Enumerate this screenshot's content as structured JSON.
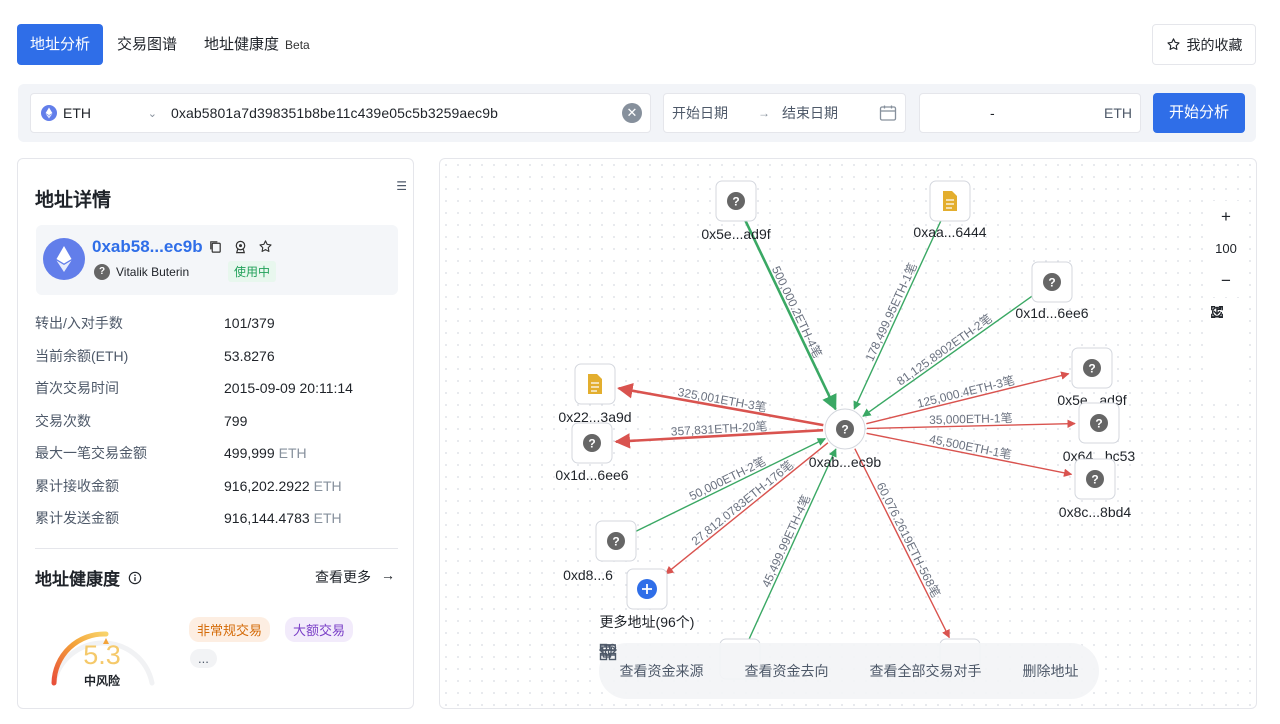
{
  "tabs": [
    {
      "label": "地址分析"
    },
    {
      "label": "交易图谱"
    },
    {
      "label": "地址健康度",
      "badge": "Beta"
    }
  ],
  "favorites_label": "我的收藏",
  "search": {
    "chain": "ETH",
    "address": "0xab5801a7d398351b8be11c439e05c5b3259aec9b",
    "start_date_placeholder": "开始日期",
    "end_date_placeholder": "结束日期",
    "amount_separator": "-",
    "amount_unit": "ETH",
    "submit_label": "开始分析"
  },
  "detail": {
    "title": "地址详情",
    "address_short": "0xab58...ec9b",
    "owner": "Vitalik Buterin",
    "status": "使用中",
    "stats": [
      {
        "label": "转出/入对手数",
        "value": "101/379",
        "unit": ""
      },
      {
        "label": "当前余额(ETH)",
        "value": "53.8276",
        "unit": ""
      },
      {
        "label": "首次交易时间",
        "value": "2015-09-09 20:11:14",
        "unit": ""
      },
      {
        "label": "交易次数",
        "value": "799",
        "unit": ""
      },
      {
        "label": "最大一笔交易金额",
        "value": "499,999",
        "unit": "ETH"
      },
      {
        "label": "累计接收金额",
        "value": "916,202.2922",
        "unit": "ETH"
      },
      {
        "label": "累计发送金额",
        "value": "916,144.4783",
        "unit": "ETH"
      }
    ]
  },
  "health": {
    "title": "地址健康度",
    "see_more": "查看更多",
    "score": "5.3",
    "score_value": 5.3,
    "risk_level": "中风险",
    "tags": [
      "非常规交易",
      "大额交易",
      "..."
    ]
  },
  "graph": {
    "zoom": "100",
    "center": "0xab...ec9b",
    "nodes": [
      {
        "label": "0x5e...ad9f",
        "icon": "question-icon"
      },
      {
        "label": "0xaa...6444",
        "icon": "document-icon"
      },
      {
        "label": "0x1d...6ee6",
        "icon": "question-icon"
      },
      {
        "label": "0x5e...ad9f",
        "icon": "question-icon"
      },
      {
        "label": "0x64...bc53",
        "icon": "question-icon"
      },
      {
        "label": "0x8c...8bd4",
        "icon": "question-icon"
      },
      {
        "label": "0x22...3a9d",
        "icon": "document-icon"
      },
      {
        "label": "0x1d...6ee6",
        "icon": "question-icon"
      },
      {
        "label": "0xd8...6",
        "icon": "question-icon"
      },
      {
        "label": "更多地址(96个)",
        "icon": "plus-icon"
      }
    ],
    "edges": [
      "500,000.2ETH-4笔",
      "178,499.95ETH-1笔",
      "81,125.8902ETH-2笔",
      "125,000.4ETH-3笔",
      "35,000ETH-1笔",
      "45,500ETH-1笔",
      "325,001ETH-3笔",
      "357,831ETH-20笔",
      "50,000ETH-2笔",
      "27,812.0783ETH-176笔",
      "45,499.99ETH-4笔",
      "60,076.2619ETH-568笔"
    ],
    "actions": [
      "查看资金来源",
      "查看资金去向",
      "查看全部交易对手",
      "删除地址"
    ]
  },
  "colors": {
    "accent": "#2f6ee8",
    "inflow": "#3aa864",
    "outflow": "#d9534f"
  }
}
